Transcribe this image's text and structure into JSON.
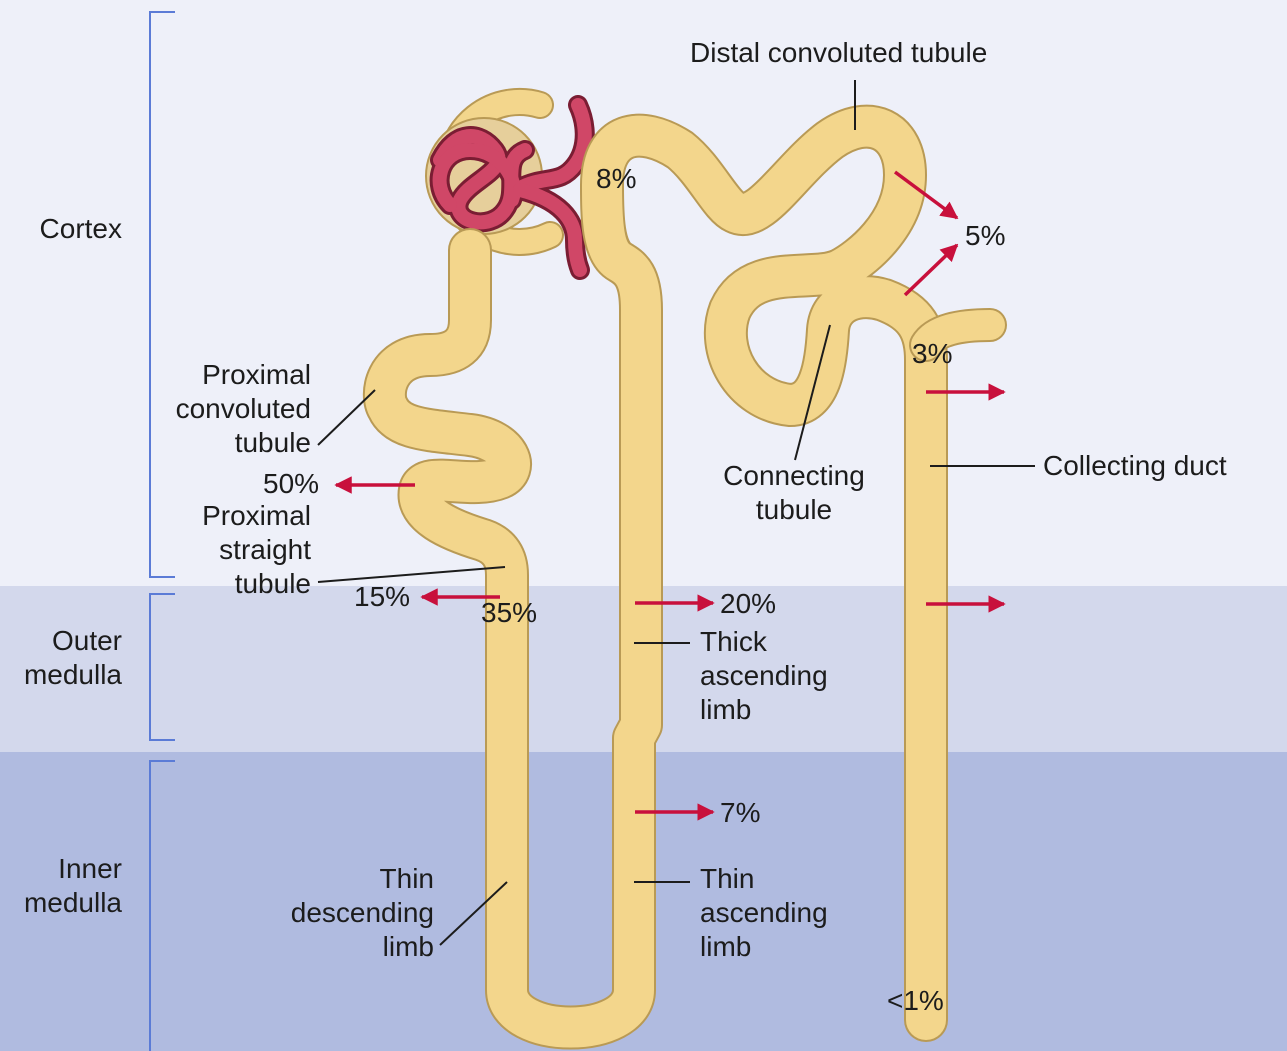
{
  "zones": {
    "cortex": "Cortex",
    "outer_medulla": [
      "Outer",
      "medulla"
    ],
    "inner_medulla": [
      "Inner",
      "medulla"
    ]
  },
  "segments": {
    "distal_convoluted_tubule": "Distal convoluted tubule",
    "proximal_convoluted_tubule": [
      "Proximal",
      "convoluted",
      "tubule"
    ],
    "proximal_straight_tubule": [
      "Proximal",
      "straight",
      "tubule"
    ],
    "connecting_tubule": [
      "Connecting",
      "tubule"
    ],
    "collecting_duct": "Collecting duct",
    "thick_ascending_limb": [
      "Thick",
      "ascending",
      "limb"
    ],
    "thin_descending_limb": [
      "Thin",
      "descending",
      "limb"
    ],
    "thin_ascending_limb": [
      "Thin",
      "ascending",
      "limb"
    ]
  },
  "percentages": {
    "proximal_convoluted": "50%",
    "proximal_straight": "15%",
    "remaining_after_proximal": "35%",
    "thick_ascending": "20%",
    "thin_ascending": "7%",
    "early_distal": "8%",
    "distal": "5%",
    "connecting": "3%",
    "final": "<1%"
  },
  "colors": {
    "tubule_fill": "#f3d68c",
    "tubule_outline": "#b99a55",
    "glomerulus": "#c83a5c",
    "arrow": "#c8103c",
    "cortex_band": "#eef0f9",
    "outer_medulla_band": "#d3d8ec",
    "inner_medulla_band": "#b0bbe0",
    "bracket": "#5b7bd6"
  }
}
